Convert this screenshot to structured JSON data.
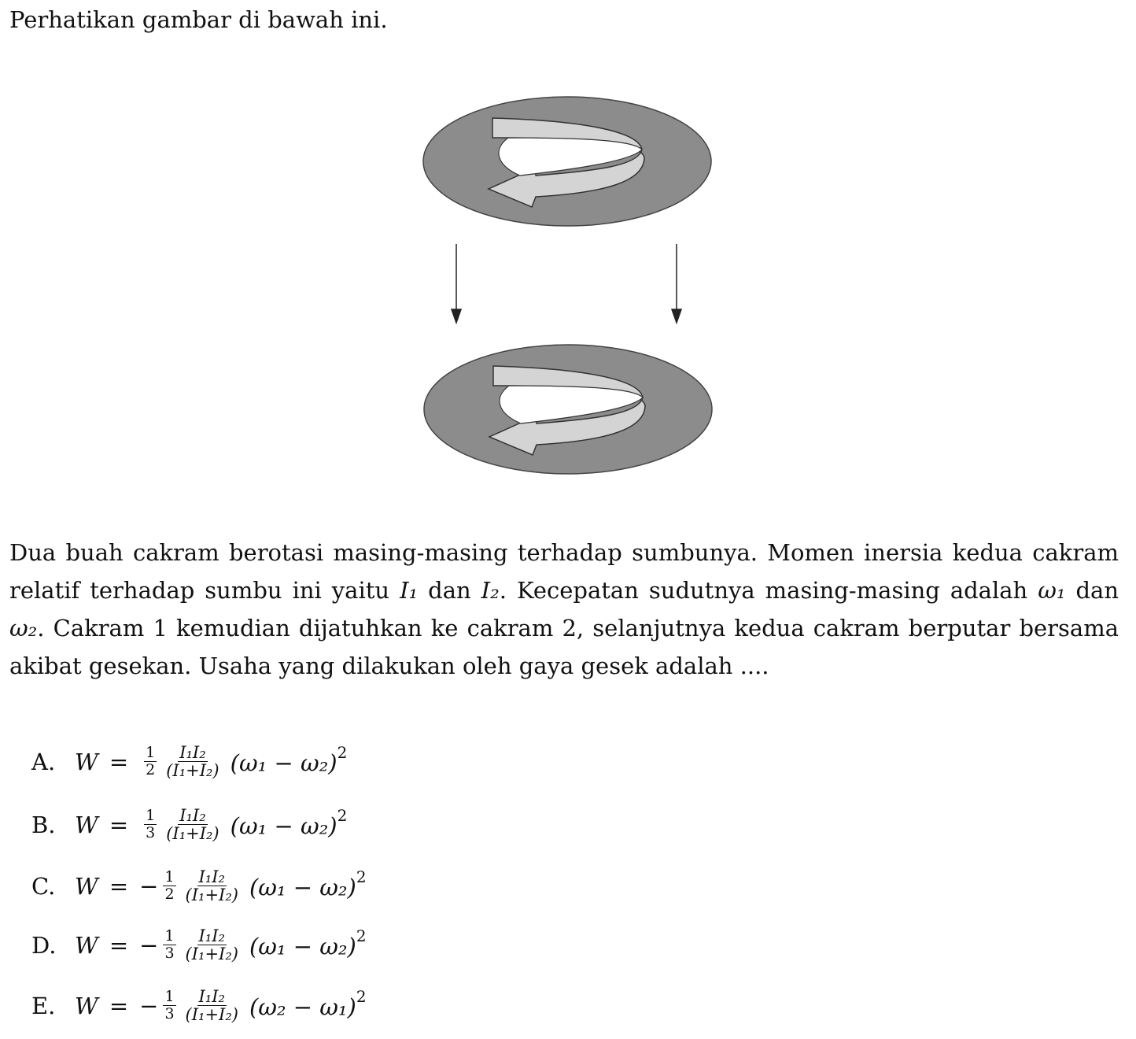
{
  "intro": "Perhatikan gambar di bawah ini.",
  "paragraph": {
    "t1": "Dua buah cakram berotasi masing-masing terhadap sumbunya. Momen inersia kedua cakram relatif terhadap sumbu ini yaitu ",
    "I1": "I₁",
    "t2": " dan ",
    "I2": "I₂",
    "t3": ". Kecepatan sudutnya masing-masing adalah ",
    "w1": "ω₁",
    "t4": " dan ",
    "w2": "ω₂",
    "t5": ". Cakram 1 kemudian dijatuhkan ke cakram 2, selanjutnya kedua cakram berputar bersama akibat gesekan. Usaha yang dilakukan oleh gaya gesek adalah ...."
  },
  "options": [
    {
      "label": "A.",
      "lhs": "W",
      "eq": "=",
      "sign": "",
      "cn": "1",
      "cd": "2",
      "fn": "I₁I₂",
      "fd": "(I₁+I₂)",
      "paren": "(ω₁ − ω₂)",
      "exp": "2"
    },
    {
      "label": "B.",
      "lhs": "W",
      "eq": "=",
      "sign": "",
      "cn": "1",
      "cd": "3",
      "fn": "I₁I₂",
      "fd": "(I₁+I₂)",
      "paren": "(ω₁ − ω₂)",
      "exp": "2"
    },
    {
      "label": "C.",
      "lhs": "W",
      "eq": "=",
      "sign": "−",
      "cn": "1",
      "cd": "2",
      "fn": "I₁I₂",
      "fd": "(I₁+I₂)",
      "paren": "(ω₁ − ω₂)",
      "exp": "2"
    },
    {
      "label": "D.",
      "lhs": "W",
      "eq": "=",
      "sign": "−",
      "cn": "1",
      "cd": "3",
      "fn": "I₁I₂",
      "fd": "(I₁+I₂)",
      "paren": "(ω₁ − ω₂)",
      "exp": "2"
    },
    {
      "label": "E.",
      "lhs": "W",
      "eq": "=",
      "sign": "−",
      "cn": "1",
      "cd": "3",
      "fn": "I₁I₂",
      "fd": "(I₁+I₂)",
      "paren": "(ω₂ − ω₁)",
      "exp": "2"
    }
  ],
  "colors": {
    "disc": "#8c8c8c",
    "arrow": "#d4d4d4"
  }
}
